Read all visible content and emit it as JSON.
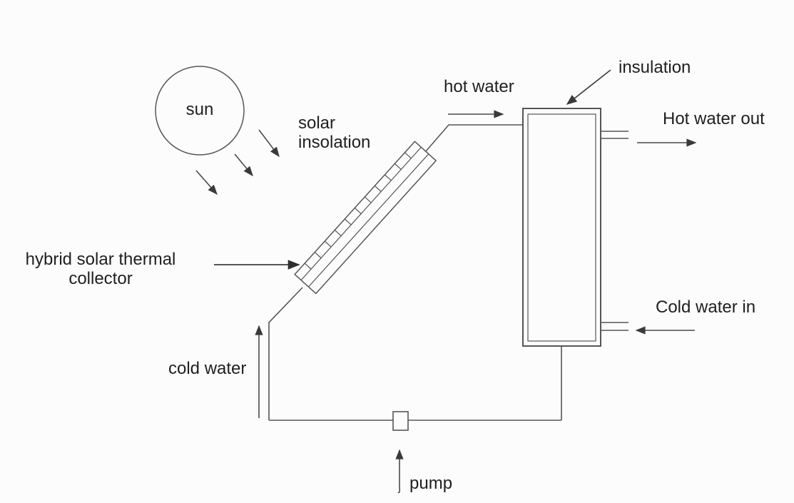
{
  "canvas": {
    "background": "#fcfcfc",
    "line_color": "#565656",
    "arrow_color": "#3a3a3a",
    "text_color": "#1f1f1f"
  },
  "labels": {
    "sun": "sun",
    "solar_insolation_line1": "solar",
    "solar_insolation_line2": "insolation",
    "hot_water": "hot water",
    "insulation": "insulation",
    "hot_water_out": "Hot water out",
    "cold_water_in": "Cold water in",
    "collector_line1": "hybrid solar thermal",
    "collector_line2": "collector",
    "cold_water": "cold water",
    "pump": "pump"
  },
  "shapes": {
    "sun": "circle-outline",
    "solar_insolation": "three-diagonal-arrows-down-right",
    "collector": "diagonal-hatched-panel",
    "tank": "double-walled-rectangle-with-insulation",
    "pump": "small-rectangle-on-pipe"
  },
  "flow_arrows": [
    {
      "name": "hot-water-flow",
      "direction": "right"
    },
    {
      "name": "hot-water-out-flow",
      "direction": "right"
    },
    {
      "name": "cold-water-in-flow",
      "direction": "left"
    },
    {
      "name": "cold-water-riser-flow",
      "direction": "up"
    },
    {
      "name": "pump-pointer",
      "direction": "up"
    }
  ]
}
